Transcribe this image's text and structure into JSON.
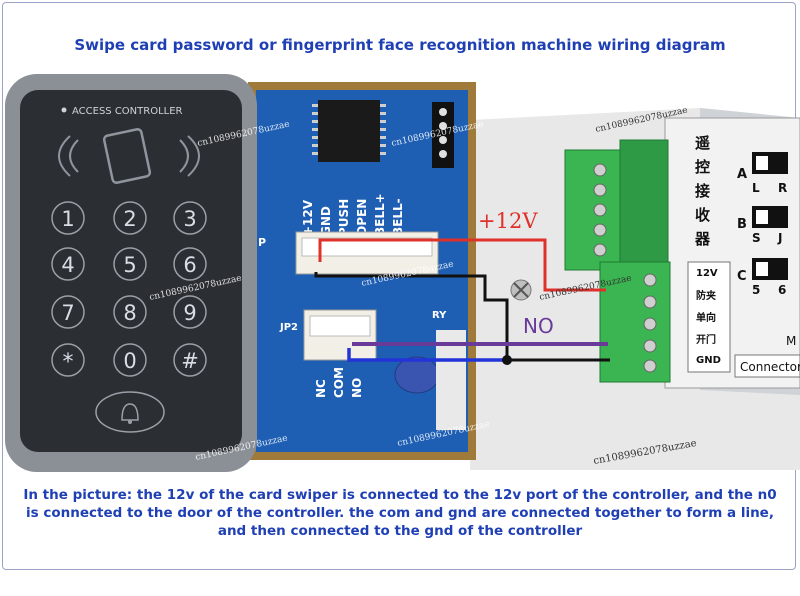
{
  "title": "Swipe card password or fingerprint face recognition machine wiring diagram",
  "caption": "In the picture: the 12v of the card swiper is connected to the 12v port of the controller, and the n0 is connected to the door of the controller. the com and gnd are connected together to form a line, and then connected to the gnd of the controller",
  "keypad": {
    "brand": "ACCESS CONTROLLER",
    "keys": [
      "1",
      "2",
      "3",
      "4",
      "5",
      "6",
      "7",
      "8",
      "9",
      "*",
      "0",
      "#"
    ]
  },
  "pcb": {
    "top_pins": [
      "+12V",
      "GND",
      "PUSH",
      "OPEN",
      "BELL+",
      "BELL-"
    ],
    "relay_pins": [
      "NC",
      "COM",
      "NO"
    ],
    "jp2_label": "JP2",
    "jp_label": "P",
    "ry_label": "RY"
  },
  "controller": {
    "title_chars": [
      "遥",
      "控",
      "接",
      "收",
      "器"
    ],
    "terminals": [
      "12V",
      "防夹",
      "单向",
      "开门",
      "GND"
    ],
    "switches": [
      {
        "letter": "A",
        "left": "L",
        "right": "R"
      },
      {
        "letter": "B",
        "left": "S",
        "right": "J"
      },
      {
        "letter": "C",
        "left": "5",
        "right": "6"
      }
    ],
    "connector_label": "Connector",
    "side_label": "M"
  },
  "annotations": {
    "v12": "+12V",
    "no": "NO"
  },
  "watermarks": [
    "cn1089962078uzzae",
    "cn1089962078uzzae",
    "cn1089962078uzzae",
    "cn1089962078uzzae",
    "cn1089962078uzzae",
    "cn1089962078uzzae",
    "cn1089962078uzzae",
    "cn1089962078uzzae",
    "cn1089962078uzzae"
  ],
  "colors": {
    "title": "#1f3fb4",
    "pcb": "#1e5fb4",
    "wire_12v": "#e0302a",
    "wire_no": "#6a3a9a",
    "wire_blue": "#2234d8",
    "wire_black": "#111111",
    "terminal_green": "#3bb552"
  }
}
